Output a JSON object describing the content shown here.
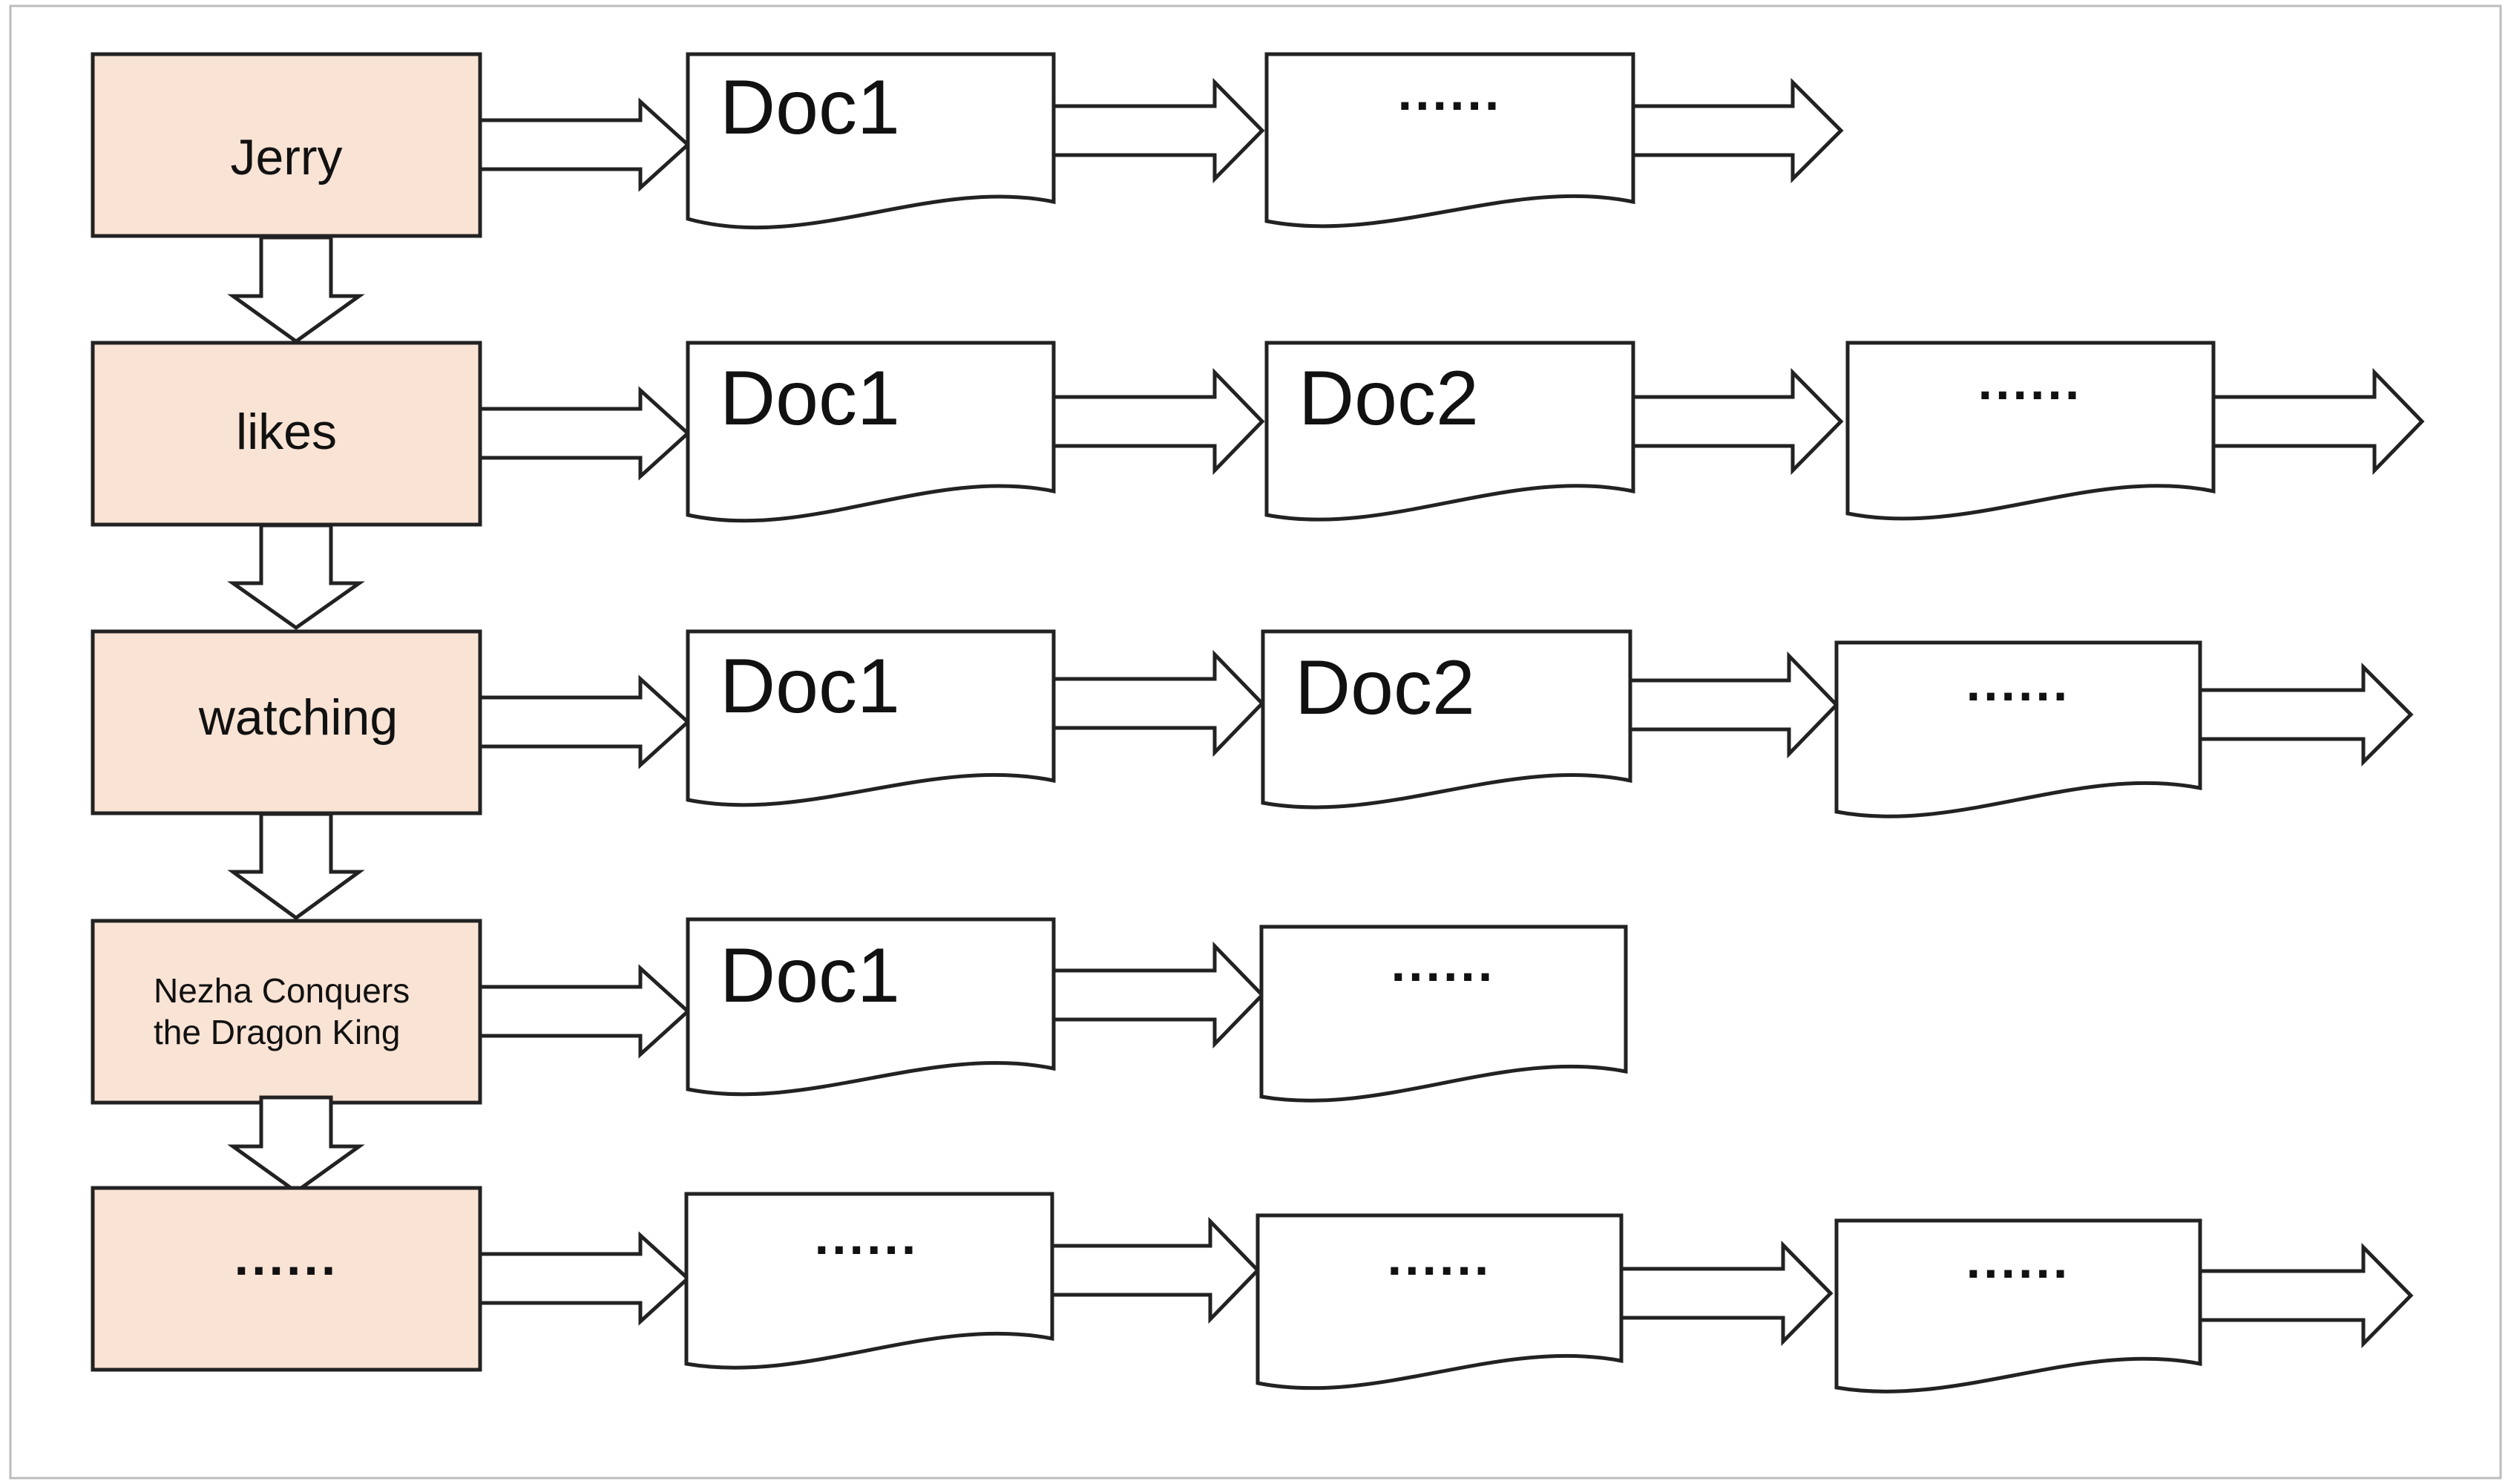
{
  "terms": [
    {
      "label": "Jerry",
      "postings": [
        "Doc1",
        "......"
      ]
    },
    {
      "label": "likes",
      "postings": [
        "Doc1",
        "Doc2",
        "......"
      ]
    },
    {
      "label": "watching",
      "postings": [
        "Doc1",
        "Doc2",
        "......"
      ]
    },
    {
      "label_lines": [
        "Nezha Conquers",
        "the Dragon King"
      ],
      "postings": [
        "Doc1",
        "......"
      ]
    },
    {
      "label": "......",
      "postings": [
        "......",
        "......",
        "......"
      ]
    }
  ],
  "colors": {
    "term_fill": "#f9e3d4",
    "doc_fill": "#ffffff",
    "stroke": "#222222"
  }
}
